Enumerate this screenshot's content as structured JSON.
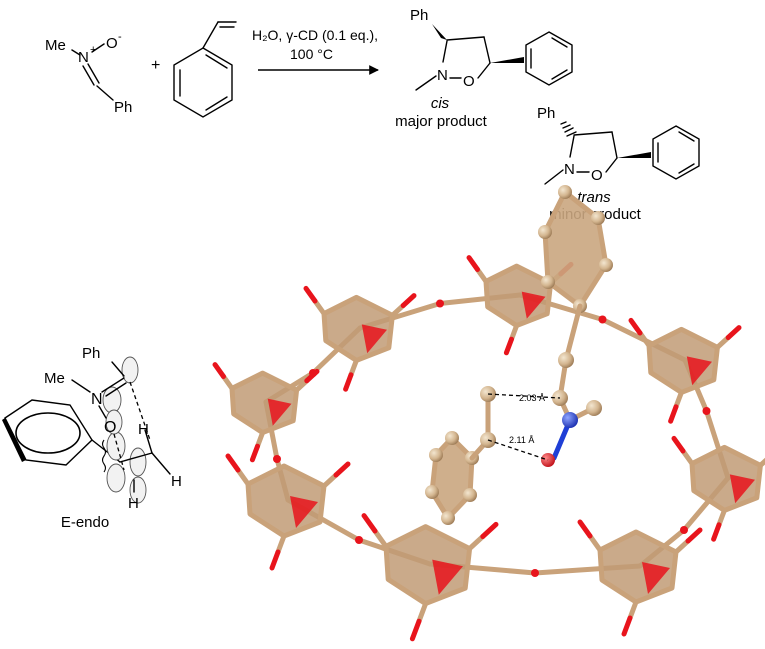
{
  "reaction": {
    "nitrone_me": "Me",
    "nitrone_n": "N",
    "nitrone_plus": "+",
    "nitrone_o": "O",
    "nitrone_minus": "-",
    "nitrone_ph": "Ph",
    "plus_sign": "+",
    "conditions_line1": "H₂O, γ-CD (0.1 eq.),",
    "conditions_line2": "100 °C",
    "cis_ph": "Ph",
    "cis_n": "N",
    "cis_o": "O",
    "cis_label": "cis",
    "cis_caption": "major product",
    "trans_ph": "Ph",
    "trans_n": "N",
    "trans_o": "O",
    "trans_label": "trans",
    "trans_caption": "minor product"
  },
  "transition_state": {
    "ph": "Ph",
    "me": "Me",
    "n": "N",
    "o": "O",
    "h_top": "H",
    "h_right": "H",
    "h_bottom": "H",
    "label": "E-endo"
  },
  "model": {
    "distance_1": "2.03 Å",
    "distance_2": "2.11 Å",
    "colors": {
      "carbon": "#c9a27a",
      "carbon_dark": "#7a5a3a",
      "ring_fill": "#c19b76",
      "oxygen": "#e8141c",
      "nitrogen": "#1f3fd6",
      "atom_ball": "#d8c2a0"
    }
  }
}
